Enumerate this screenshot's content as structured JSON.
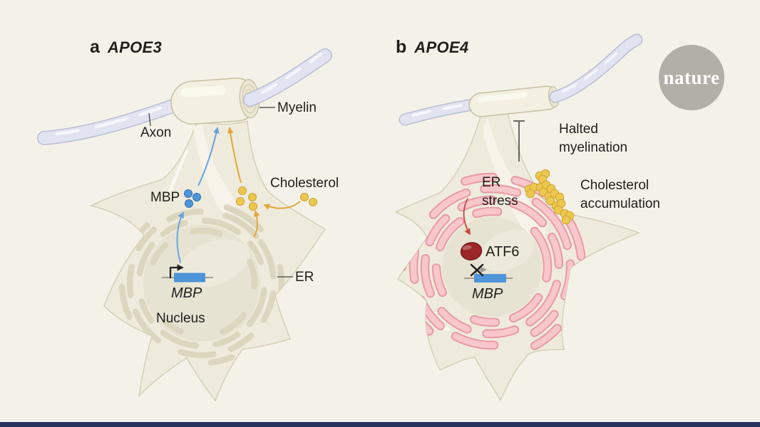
{
  "figure": {
    "panel_a": {
      "panel_letter": "a",
      "gene_variant": "APOE3",
      "labels": {
        "axon": "Axon",
        "myelin": "Myelin",
        "mbp_protein": "MBP",
        "cholesterol": "Cholesterol",
        "er": "ER",
        "mbp_gene": "MBP",
        "nucleus": "Nucleus"
      }
    },
    "panel_b": {
      "panel_letter": "b",
      "gene_variant": "APOE4",
      "labels": {
        "halted_myelination_line1": "Halted",
        "halted_myelination_line2": "myelination",
        "er_stress_line1": "ER",
        "er_stress_line2": "stress",
        "atf6": "ATF6",
        "cholesterol_accumulation_line1": "Cholesterol",
        "cholesterol_accumulation_line2": "accumulation",
        "mbp_gene": "MBP"
      }
    },
    "branding": {
      "logo_text": "nature"
    },
    "colors": {
      "background": "#f4f2e8",
      "cell_fill": "#efebdc",
      "nucleus_fill": "#e7e3d2",
      "er_beige": "#dcd6bf",
      "er_pink_fill": "#f8c7cc",
      "er_pink_outline": "#e89aa5",
      "mbp_blue": "#4e94d8",
      "cholesterol_yellow": "#edc84f",
      "cholesterol_outline": "#cfa234",
      "atf6_red": "#9e2628",
      "arrow_blue": "#6aa3dc",
      "arrow_yellow": "#dfa83c",
      "arrow_red": "#c5473a",
      "axon_fill": "#e1e4f0",
      "axon_outline": "#b8bdd6",
      "myelin_fill": "#f3f0e1",
      "myelin_outline": "#c6bfa1",
      "text": "#1e1e1c",
      "logo_grey": "#b2afa8",
      "logo_text": "#ffffff",
      "footer_navy": "#26335b"
    }
  }
}
